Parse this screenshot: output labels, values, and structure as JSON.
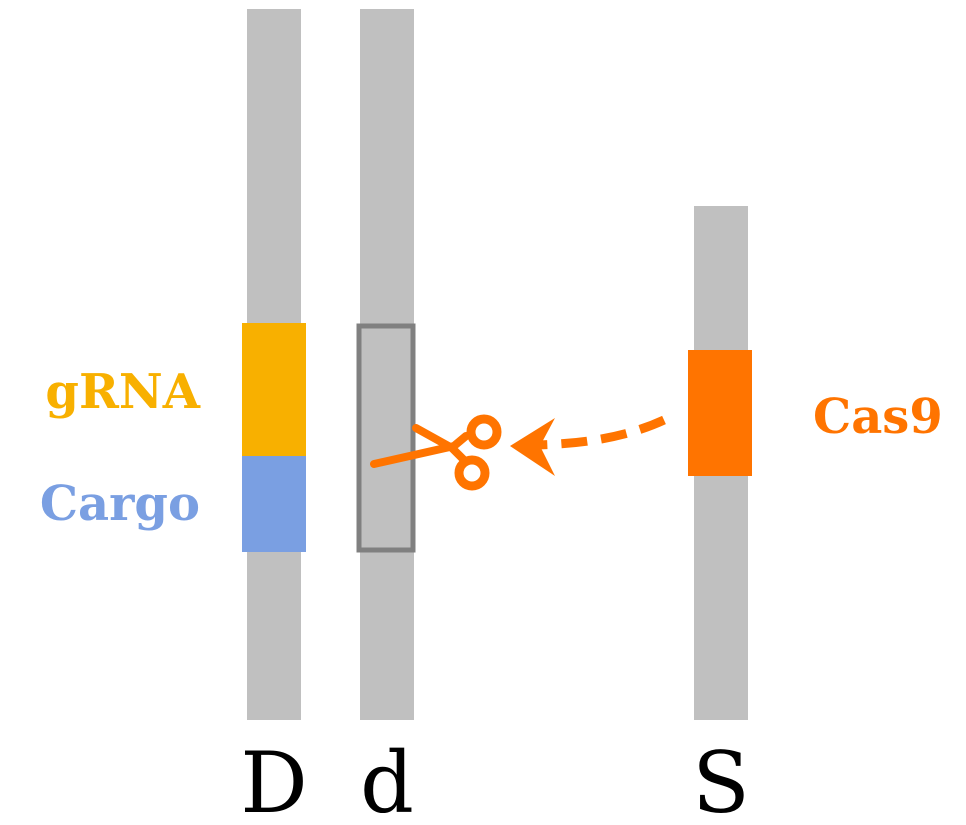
{
  "labels": {
    "grna": "gRNA",
    "cargo": "Cargo",
    "cas9": "Cas9",
    "chrom_d_upper": "D",
    "chrom_d_lower": "d",
    "chrom_s": "S"
  },
  "colors": {
    "chromosome": "#c0c0c0",
    "grna": "#f8b000",
    "cargo": "#7a9fe2",
    "cas9": "#ff7400",
    "target_outline": "#808080",
    "letter": "#000000"
  },
  "icons": {
    "cut": "scissors-icon",
    "arrow": "dashed-arrow-icon"
  }
}
